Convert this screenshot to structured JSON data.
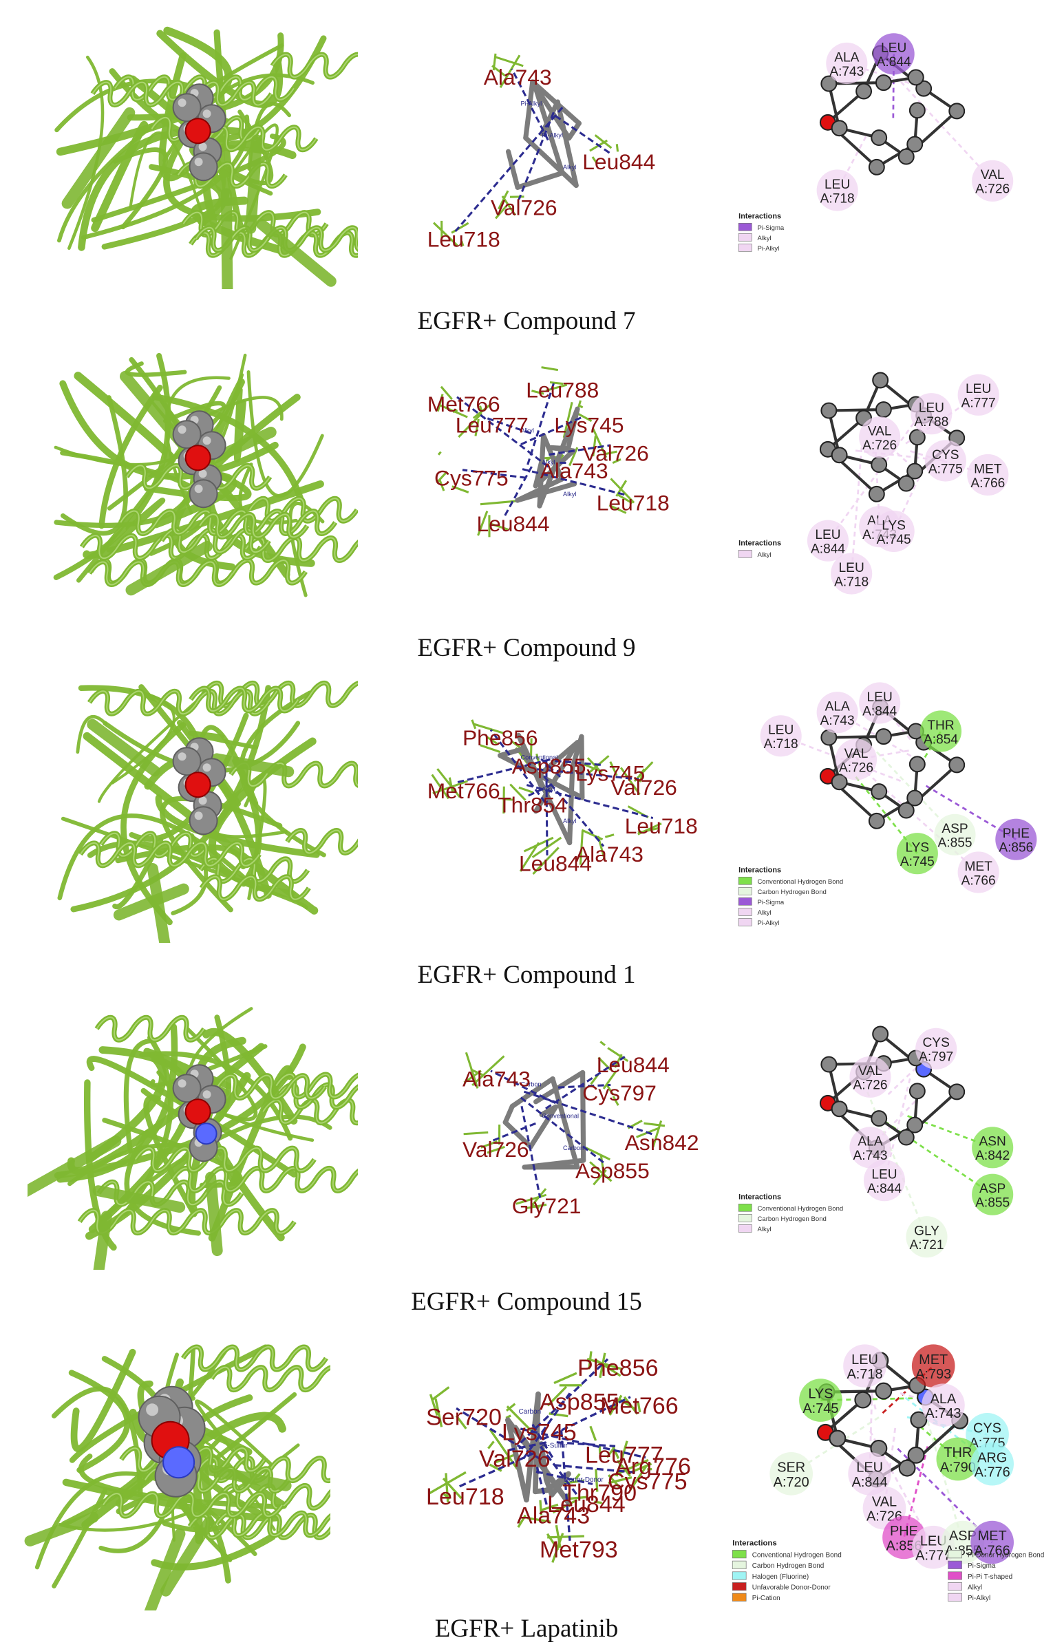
{
  "colors": {
    "protein": "#7fb832",
    "ligand": "#8a8a8a",
    "oxygen": "#e01010",
    "nitrogen": "#5a6aff",
    "residue_label": "#8b1414",
    "alkyl": "#f0d6f2",
    "pi_sigma": "#9b59d6",
    "conventional_hbond": "#7ee04a",
    "carbon_hbond": "#e5f5df",
    "halogen": "#9ff4f4",
    "unfavorable": "#c82020",
    "pi_cation": "#ef8a1a",
    "pi_t_shaped": "#e050c8"
  },
  "rows": [
    {
      "caption": "EGFR+ Compound 7",
      "residues_3d": [
        "Ala743",
        "Leu844",
        "Val726",
        "Leu718"
      ],
      "small_3d": [
        "Pi-Alkyl",
        "Pi-Alkyl",
        "Alkyl"
      ],
      "residues_2d": [
        {
          "name": "ALA",
          "id": "A:743",
          "type": "alkyl"
        },
        {
          "name": "LEU",
          "id": "A:844",
          "type": "pi_sigma"
        },
        {
          "name": "VAL",
          "id": "A:726",
          "type": "alkyl"
        },
        {
          "name": "LEU",
          "id": "A:718",
          "type": "alkyl"
        }
      ],
      "legend_title": "Interactions",
      "legend": [
        {
          "label": "Pi-Sigma",
          "type": "pi_sigma"
        },
        {
          "label": "Alkyl",
          "type": "alkyl"
        },
        {
          "label": "Pi-Alkyl",
          "type": "alkyl"
        }
      ]
    },
    {
      "caption": "EGFR+ Compound 9",
      "residues_3d": [
        "Met766",
        "Leu788",
        "Leu777",
        "Lys745",
        "Val726",
        "Ala743",
        "Cys775",
        "Leu718",
        "Leu844"
      ],
      "small_3d": [
        "Alkyl",
        "Alkyl",
        "Alkyl"
      ],
      "residues_2d": [
        {
          "name": "VAL",
          "id": "A:726",
          "type": "alkyl"
        },
        {
          "name": "LEU",
          "id": "A:788",
          "type": "alkyl"
        },
        {
          "name": "LEU",
          "id": "A:777",
          "type": "alkyl"
        },
        {
          "name": "CYS",
          "id": "A:775",
          "type": "alkyl"
        },
        {
          "name": "MET",
          "id": "A:766",
          "type": "alkyl"
        },
        {
          "name": "ALA",
          "id": "A:743",
          "type": "alkyl"
        },
        {
          "name": "LYS",
          "id": "A:745",
          "type": "alkyl"
        },
        {
          "name": "LEU",
          "id": "A:844",
          "type": "alkyl"
        },
        {
          "name": "LEU",
          "id": "A:718",
          "type": "alkyl"
        }
      ],
      "legend_title": "Interactions",
      "legend": [
        {
          "label": "Alkyl",
          "type": "alkyl"
        }
      ]
    },
    {
      "caption": "EGFR+ Compound 1",
      "residues_3d": [
        "Phe856",
        "Asp855",
        "Lys745",
        "Met766",
        "Val726",
        "Thr854",
        "Leu718",
        "Leu844",
        "Ala743"
      ],
      "small_3d": [
        "Conventional",
        "Alkyl",
        "Alkyl"
      ],
      "residues_2d": [
        {
          "name": "LEU",
          "id": "A:718",
          "type": "alkyl"
        },
        {
          "name": "ALA",
          "id": "A:743",
          "type": "alkyl"
        },
        {
          "name": "LEU",
          "id": "A:844",
          "type": "alkyl"
        },
        {
          "name": "THR",
          "id": "A:854",
          "type": "conventional_hbond"
        },
        {
          "name": "VAL",
          "id": "A:726",
          "type": "alkyl"
        },
        {
          "name": "ASP",
          "id": "A:855",
          "type": "carbon_hbond"
        },
        {
          "name": "LYS",
          "id": "A:745",
          "type": "conventional_hbond"
        },
        {
          "name": "MET",
          "id": "A:766",
          "type": "alkyl"
        },
        {
          "name": "PHE",
          "id": "A:856",
          "type": "pi_sigma"
        }
      ],
      "legend_title": "Interactions",
      "legend": [
        {
          "label": "Conventional Hydrogen Bond",
          "type": "conventional_hbond"
        },
        {
          "label": "Carbon Hydrogen Bond",
          "type": "carbon_hbond"
        },
        {
          "label": "Pi-Sigma",
          "type": "pi_sigma"
        },
        {
          "label": "Alkyl",
          "type": "alkyl"
        },
        {
          "label": "Pi-Alkyl",
          "type": "alkyl"
        }
      ]
    },
    {
      "caption": "EGFR+ Compound 15",
      "residues_3d": [
        "Ala743",
        "Leu844",
        "Cys797",
        "Val726",
        "Asn842",
        "Asp855",
        "Gly721"
      ],
      "small_3d": [
        "Carbon",
        "Conventional",
        "Carbon"
      ],
      "residues_2d": [
        {
          "name": "CYS",
          "id": "A:797",
          "type": "alkyl"
        },
        {
          "name": "VAL",
          "id": "A:726",
          "type": "alkyl"
        },
        {
          "name": "ALA",
          "id": "A:743",
          "type": "alkyl"
        },
        {
          "name": "LEU",
          "id": "A:844",
          "type": "alkyl"
        },
        {
          "name": "ASN",
          "id": "A:842",
          "type": "conventional_hbond"
        },
        {
          "name": "ASP",
          "id": "A:855",
          "type": "conventional_hbond"
        },
        {
          "name": "GLY",
          "id": "A:721",
          "type": "carbon_hbond"
        }
      ],
      "legend_title": "Interactions",
      "legend": [
        {
          "label": "Conventional Hydrogen Bond",
          "type": "conventional_hbond"
        },
        {
          "label": "Carbon Hydrogen Bond",
          "type": "carbon_hbond"
        },
        {
          "label": "Alkyl",
          "type": "alkyl"
        }
      ]
    },
    {
      "caption": "EGFR+ Lapatinib",
      "residues_3d": [
        "Phe856",
        "Asp855",
        "Met766",
        "Ser720",
        "Lys745",
        "Val726",
        "Leu777",
        "Arg776",
        "Cys775",
        "Thr790",
        "Leu718",
        "Ala743",
        "Leu844",
        "Met793"
      ],
      "small_3d": [
        "Carbon",
        "Pi-Sulfur",
        "Donor-Donor"
      ],
      "residues_2d": [
        {
          "name": "LEU",
          "id": "A:718",
          "type": "alkyl"
        },
        {
          "name": "MET",
          "id": "A:793",
          "type": "unfavorable"
        },
        {
          "name": "LYS",
          "id": "A:745",
          "type": "conventional_hbond"
        },
        {
          "name": "ALA",
          "id": "A:743",
          "type": "alkyl"
        },
        {
          "name": "CYS",
          "id": "A:775",
          "type": "halogen"
        },
        {
          "name": "SER",
          "id": "A:720",
          "type": "carbon_hbond"
        },
        {
          "name": "LEU",
          "id": "A:844",
          "type": "alkyl"
        },
        {
          "name": "THR",
          "id": "A:790",
          "type": "conventional_hbond"
        },
        {
          "name": "ARG",
          "id": "A:776",
          "type": "halogen"
        },
        {
          "name": "VAL",
          "id": "A:726",
          "type": "alkyl"
        },
        {
          "name": "PHE",
          "id": "A:856",
          "type": "pi_t_shaped"
        },
        {
          "name": "LEU",
          "id": "A:777",
          "type": "alkyl"
        },
        {
          "name": "ASP",
          "id": "A:855",
          "type": "carbon_hbond"
        },
        {
          "name": "MET",
          "id": "A:766",
          "type": "pi_sigma"
        }
      ],
      "legend_title": "Interactions",
      "legend": [
        {
          "label": "Conventional Hydrogen Bond",
          "type": "conventional_hbond"
        },
        {
          "label": "Carbon Hydrogen Bond",
          "type": "carbon_hbond"
        },
        {
          "label": "Halogen (Fluorine)",
          "type": "halogen"
        },
        {
          "label": "Unfavorable Donor-Donor",
          "type": "unfavorable"
        },
        {
          "label": "Pi-Cation",
          "type": "pi_cation"
        },
        {
          "label": "Pi-Donor Hydrogen Bond",
          "type": "carbon_hbond"
        },
        {
          "label": "Pi-Sigma",
          "type": "pi_sigma"
        },
        {
          "label": "Pi-Pi T-shaped",
          "type": "pi_t_shaped"
        },
        {
          "label": "Alkyl",
          "type": "alkyl"
        },
        {
          "label": "Pi-Alkyl",
          "type": "alkyl"
        }
      ]
    }
  ]
}
